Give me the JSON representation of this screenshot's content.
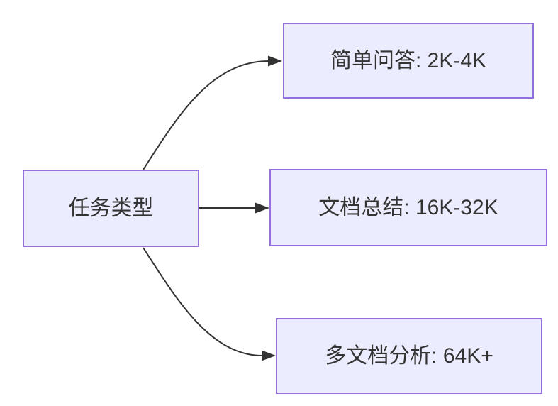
{
  "diagram": {
    "type": "flowchart-LR",
    "background_color": "#ffffff",
    "node_style": {
      "fill_color": "#ECECFF",
      "border_color": "#9370DB",
      "text_color": "#333333",
      "edge_color": "#333333"
    },
    "nodes": {
      "root": {
        "label": "任务类型"
      },
      "branch1": {
        "label": "简单问答: 2K-4K"
      },
      "branch2": {
        "label": "文档总结: 16K-32K"
      },
      "branch3": {
        "label": "多文档分析: 64K+"
      }
    },
    "edges": [
      {
        "from": "任务类型",
        "to": "简单问答: 2K-4K"
      },
      {
        "from": "任务类型",
        "to": "文档总结: 16K-32K"
      },
      {
        "from": "任务类型",
        "to": "多文档分析: 64K+"
      }
    ]
  }
}
